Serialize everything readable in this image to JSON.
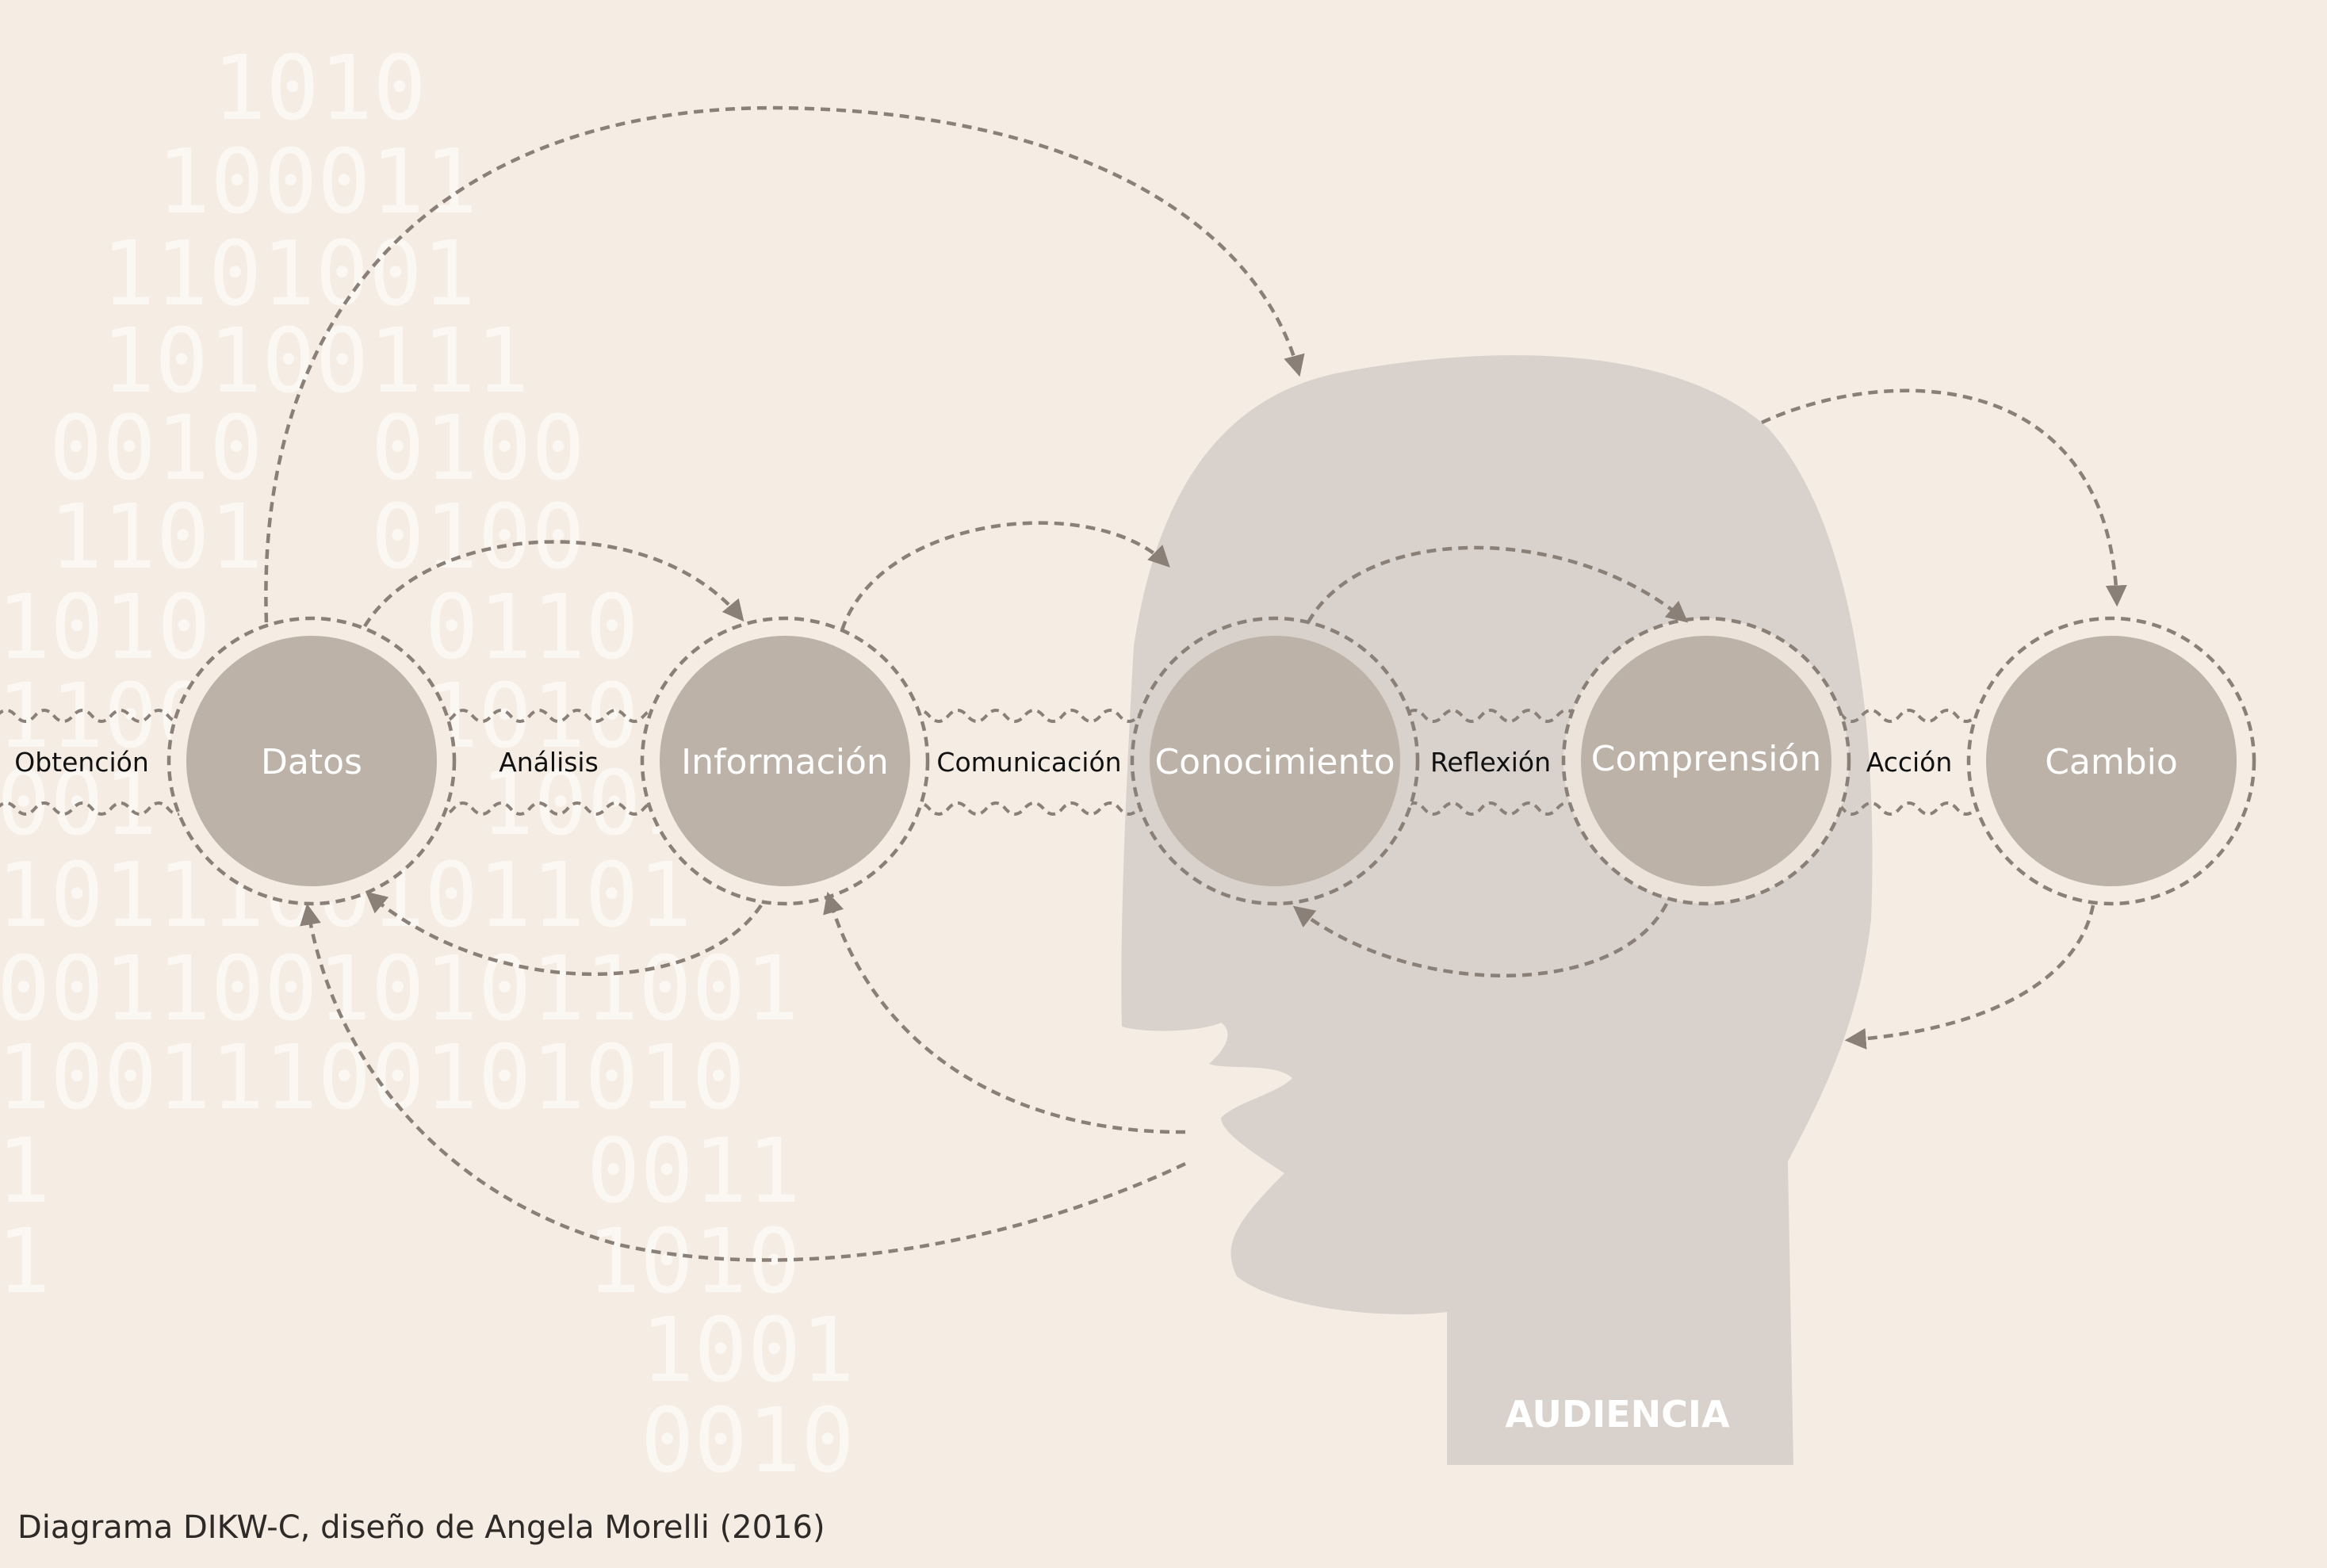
{
  "background_binary": [
    "1010",
    "100011",
    "1101001",
    "10100111",
    "0010",
    "0100",
    "1101",
    "0100",
    "1010",
    "0110",
    "1100",
    "1010",
    "001",
    "1001",
    "1011100101101",
    "001100101011001",
    "10011100101010",
    "1",
    "0011",
    "1",
    "1010",
    "1001",
    "0010"
  ],
  "nodes": [
    {
      "label": "Datos"
    },
    {
      "label": "Información"
    },
    {
      "label": "Conocimiento"
    },
    {
      "label": "Comprensión"
    },
    {
      "label": "Cambio"
    }
  ],
  "processes": [
    {
      "label": "Obtención"
    },
    {
      "label": "Análisis"
    },
    {
      "label": "Comunicación"
    },
    {
      "label": "Reflexión"
    },
    {
      "label": "Acción"
    }
  ],
  "audience_label": "AUDIENCIA",
  "caption": "Diagrama DIKW-C, diseño de Angela Morelli (2016)",
  "colors": {
    "background": "#f5ece3",
    "head": "#d9d1cb",
    "node_fill": "#bcb2a8",
    "node_ring": "#ece4db",
    "arrow": "#8a8078"
  }
}
